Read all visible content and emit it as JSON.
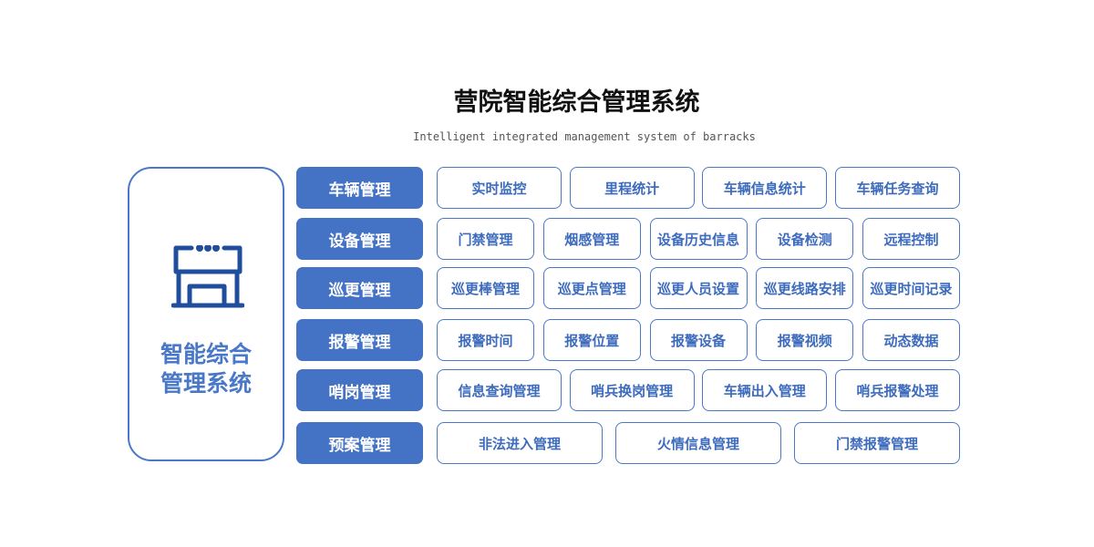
{
  "title": "营院智能综合管理系统",
  "subtitle": "Intelligent integrated management system of barracks",
  "panel": {
    "line1": "智能综合",
    "line2": "管理系统",
    "icon": "storefront-icon"
  },
  "rows": [
    {
      "category": "车辆管理",
      "items": [
        "实时监控",
        "里程统计",
        "车辆信息统计",
        "车辆任务查询"
      ]
    },
    {
      "category": "设备管理",
      "items": [
        "门禁管理",
        "烟感管理",
        "设备历史信息",
        "设备检测",
        "远程控制"
      ]
    },
    {
      "category": "巡更管理",
      "items": [
        "巡更棒管理",
        "巡更点管理",
        "巡更人员设置",
        "巡更线路安排",
        "巡更时间记录"
      ]
    },
    {
      "category": "报警管理",
      "items": [
        "报警时间",
        "报警位置",
        "报警设备",
        "报警视频",
        "动态数据"
      ]
    },
    {
      "category": "哨岗管理",
      "items": [
        "信息查询管理",
        "哨兵换岗管理",
        "车辆出入管理",
        "哨兵报警处理"
      ]
    },
    {
      "category": "预案管理",
      "items": [
        "非法进入管理",
        "火情信息管理",
        "门禁报警管理"
      ]
    }
  ],
  "colors": {
    "primary": "#4472c4",
    "icon": "#1f4e9c"
  }
}
